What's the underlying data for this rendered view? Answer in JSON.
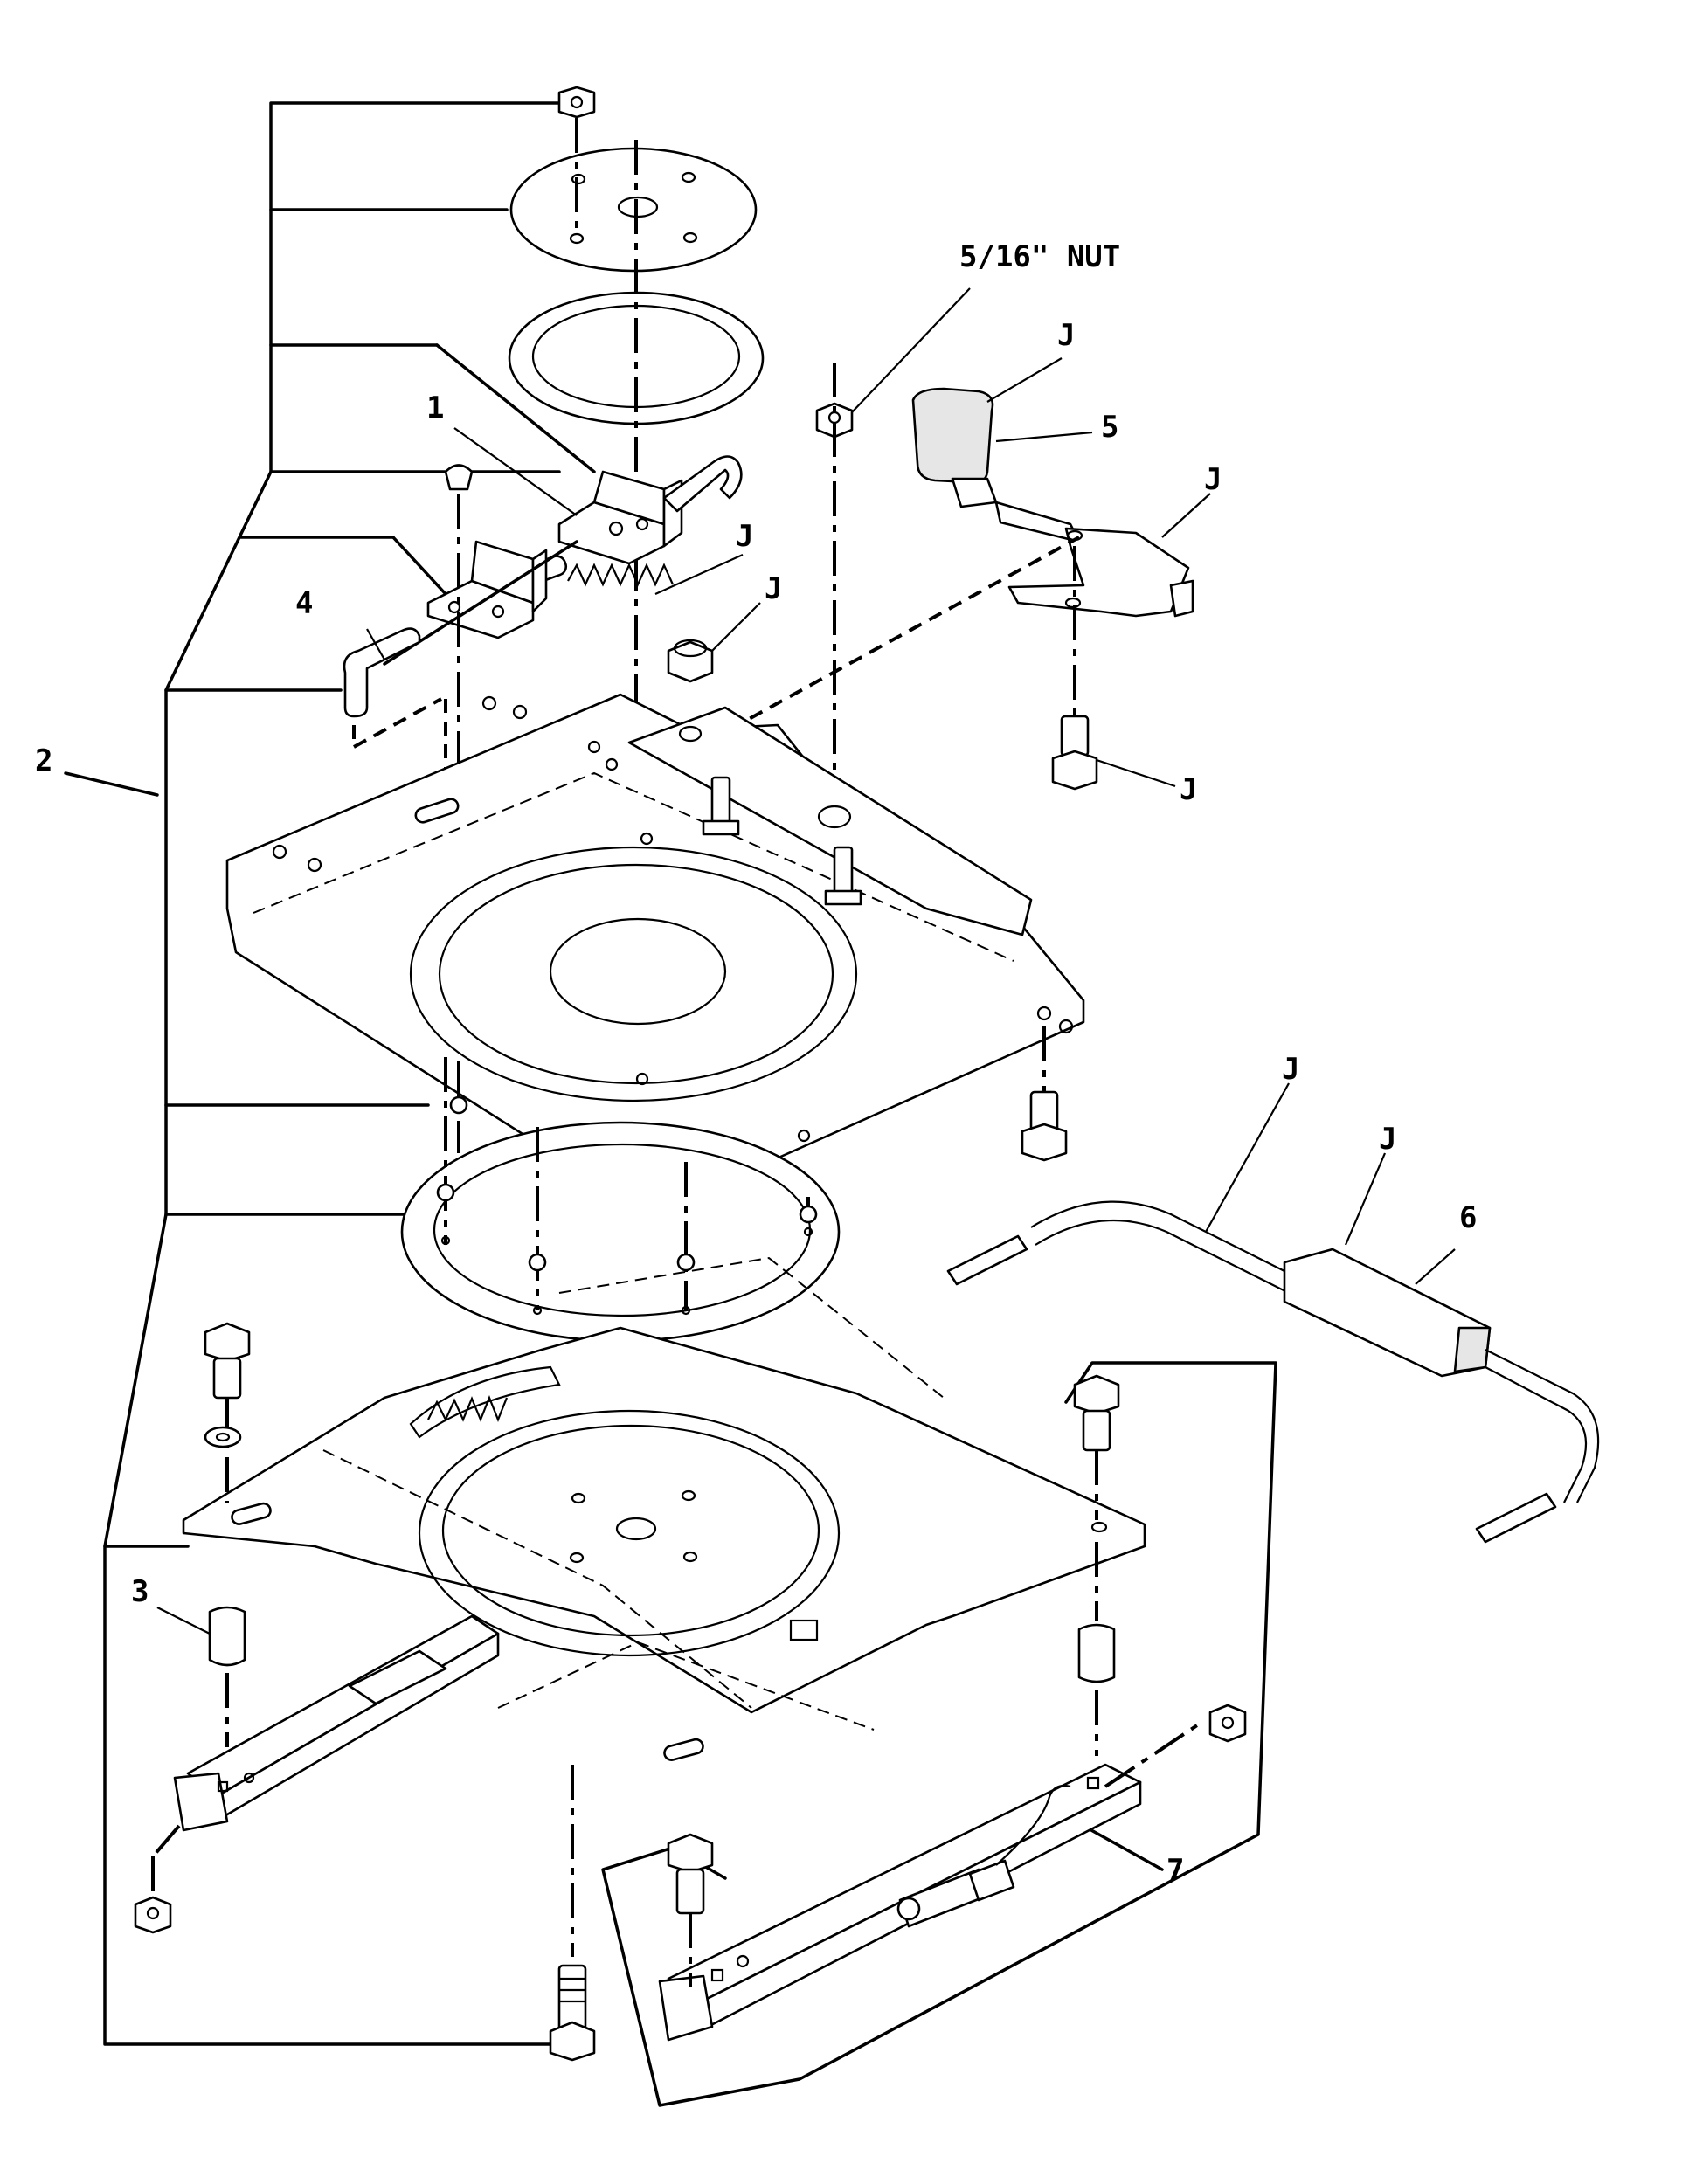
{
  "diagram": {
    "callouts": {
      "item_1": "1",
      "item_2": "2",
      "item_3": "3",
      "item_4": "4",
      "item_5": "5",
      "item_6": "6",
      "item_7": "7"
    },
    "notes": {
      "nut_size": "5/16\" NUT",
      "j_label": "J"
    }
  }
}
